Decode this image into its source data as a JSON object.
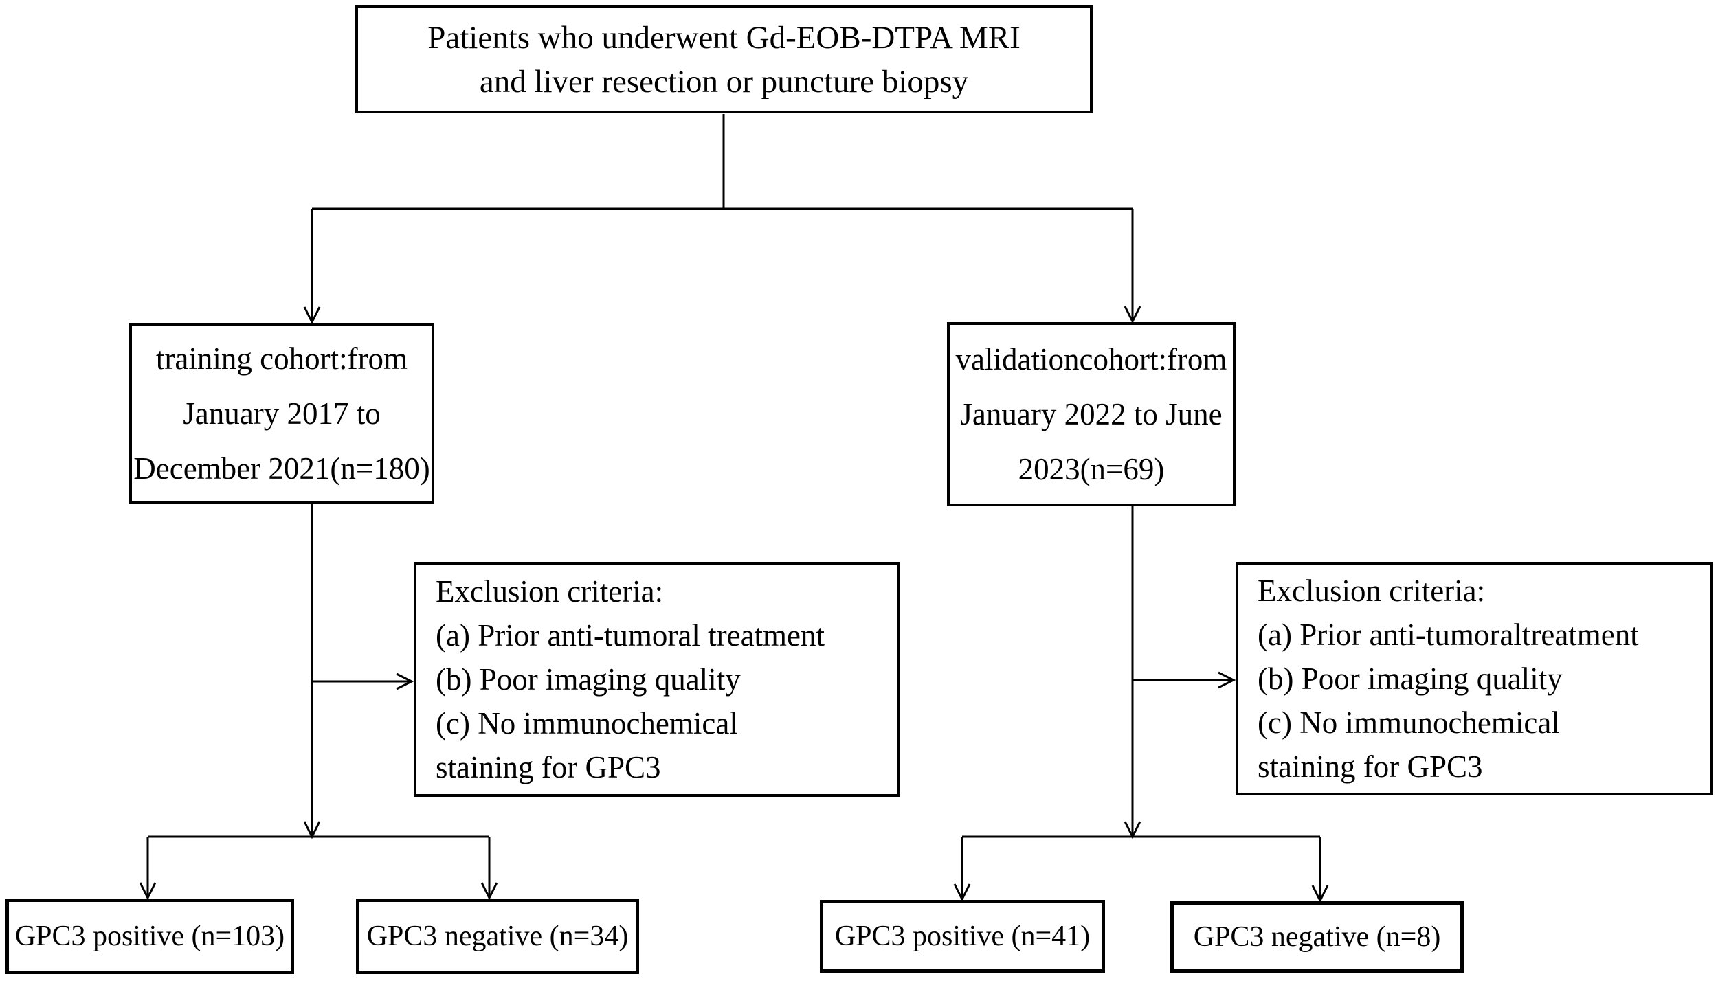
{
  "flowchart": {
    "background_color": "#ffffff",
    "line_color": "#000000",
    "text_color": "#000000",
    "title_box": {
      "text": "Patients who underwent Gd-EOB-DTPA MRI\nand liver resection or puncture biopsy"
    },
    "training_branch": {
      "cohort_box": {
        "text": "training cohort:from\nJanuary 2017 to\nDecember 2021(n=180)"
      },
      "exclusion_box": {
        "text": "Exclusion criteria:\n(a) Prior anti-tumoral treatment\n(b) Poor imaging quality\n(c) No immunochemical\nstaining for GPC3"
      },
      "gpc3_positive_box": {
        "text": "GPC3 positive (n=103)"
      },
      "gpc3_negative_box": {
        "text": "GPC3 negative (n=34)"
      }
    },
    "validation_branch": {
      "cohort_box": {
        "text": "validationcohort:from\nJanuary 2022 to June\n2023(n=69)"
      },
      "exclusion_box": {
        "text": "Exclusion criteria:\n(a) Prior anti-tumoraltreatment\n(b) Poor imaging quality\n(c) No immunochemical\nstaining for GPC3"
      },
      "gpc3_positive_box": {
        "text": "GPC3 positive (n=41)"
      },
      "gpc3_negative_box": {
        "text": "GPC3 negative (n=8)"
      }
    }
  }
}
